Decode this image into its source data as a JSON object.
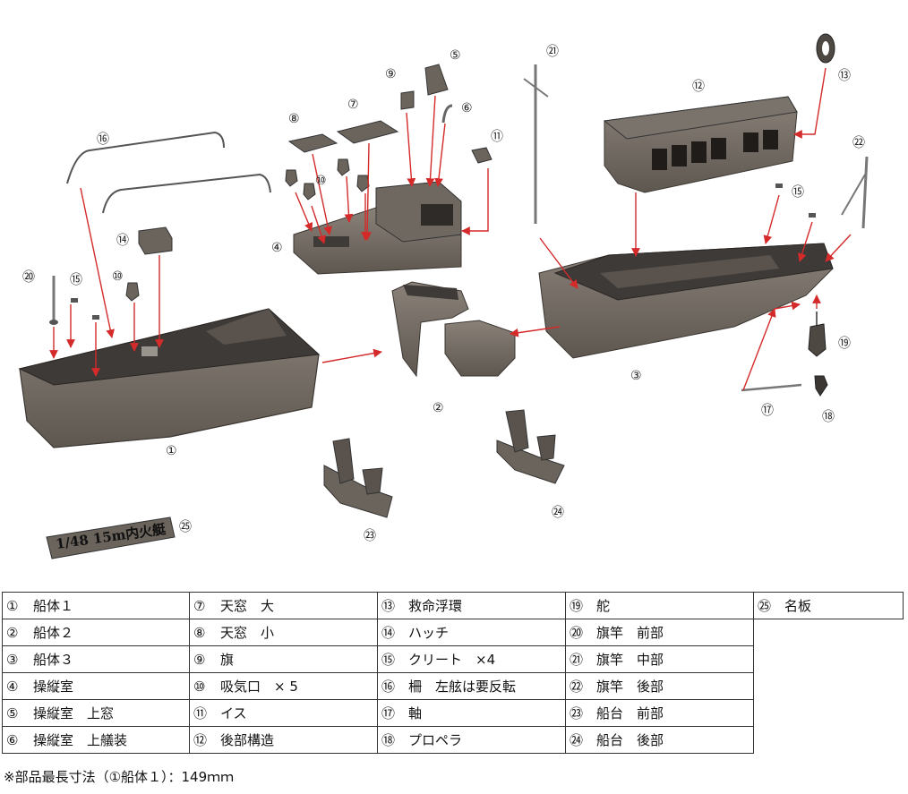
{
  "callouts": {
    "c1": "①",
    "c2": "②",
    "c3": "③",
    "c4": "④",
    "c5": "⑤",
    "c6": "⑥",
    "c7": "⑦",
    "c8": "⑧",
    "c9": "⑨",
    "c10a": "⑩",
    "c10b": "⑩",
    "c11": "⑪",
    "c12": "⑫",
    "c13": "⑬",
    "c14": "⑭",
    "c15a": "⑮",
    "c15b": "⑮",
    "c16": "⑯",
    "c17": "⑰",
    "c18": "⑱",
    "c19": "⑲",
    "c20": "⑳",
    "c21": "㉑",
    "c22": "㉒",
    "c23": "㉓",
    "c24": "㉔",
    "c25": "㉕"
  },
  "nameplate": {
    "text": "1/48 15m内火艇"
  },
  "parts_table": {
    "rows": [
      [
        {
          "num": "①",
          "name": "船体１"
        },
        {
          "num": "⑦",
          "name": "天窓　大"
        },
        {
          "num": "⑬",
          "name": "救命浮環"
        },
        {
          "num": "⑲",
          "name": "舵"
        },
        {
          "num": "㉕",
          "name": "名板"
        }
      ],
      [
        {
          "num": "②",
          "name": "船体２"
        },
        {
          "num": "⑧",
          "name": "天窓　小"
        },
        {
          "num": "⑭",
          "name": "ハッチ"
        },
        {
          "num": "⑳",
          "name": "旗竿　前部"
        }
      ],
      [
        {
          "num": "③",
          "name": "船体３"
        },
        {
          "num": "⑨",
          "name": "旗"
        },
        {
          "num": "⑮",
          "name": "クリート　×4"
        },
        {
          "num": "㉑",
          "name": "旗竿　中部"
        }
      ],
      [
        {
          "num": "④",
          "name": "操縦室"
        },
        {
          "num": "⑩",
          "name": "吸気口　× 5"
        },
        {
          "num": "⑯",
          "name": "柵　左舷は要反転"
        },
        {
          "num": "㉒",
          "name": "旗竿　後部"
        }
      ],
      [
        {
          "num": "⑤",
          "name": "操縦室　上窓"
        },
        {
          "num": "⑪",
          "name": "イス"
        },
        {
          "num": "⑰",
          "name": "軸"
        },
        {
          "num": "㉓",
          "name": "船台　前部"
        }
      ],
      [
        {
          "num": "⑥",
          "name": "操縦室　上艤装"
        },
        {
          "num": "⑫",
          "name": "後部構造"
        },
        {
          "num": "⑱",
          "name": "プロペラ"
        },
        {
          "num": "㉔",
          "name": "船台　後部"
        }
      ]
    ]
  },
  "footnote": "※部品最長寸法（①船体１）：149ｍｍ",
  "colors": {
    "part_fill": "#6e6760",
    "part_dark": "#4a4440",
    "part_light": "#8f8780",
    "arrow": "#d42a2a",
    "deck": "#3e3a37"
  }
}
